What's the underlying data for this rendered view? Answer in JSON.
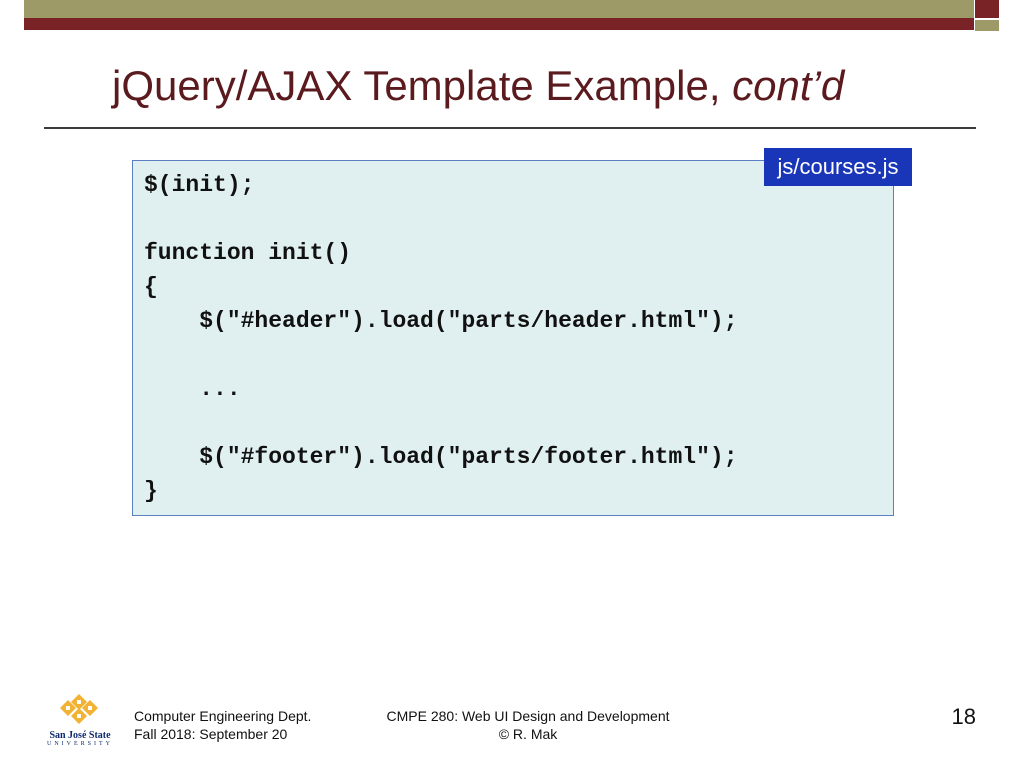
{
  "slide": {
    "title_main": "jQuery/AJAX Template Example,",
    "title_italic": " cont’d",
    "file_tag": "js/courses.js",
    "code": "$(init);\n\nfunction init()\n{\n    $(\"#header\").load(\"parts/header.html\");\n\n    ...\n\n    $(\"#footer\").load(\"parts/footer.html\");\n}"
  },
  "footer": {
    "logo_line1": "San José State",
    "logo_line2": "UNIVERSITY",
    "dept": "Computer Engineering Dept.",
    "date": "Fall 2018: September 20",
    "course": "CMPE 280: Web UI Design and Development",
    "author": "© R. Mak",
    "page_number": "18"
  },
  "colors": {
    "title": "#5a1a1e",
    "band_olive": "#9e9a67",
    "band_maroon": "#7a2326",
    "code_bg": "#e0f0f0",
    "tag_bg": "#1a36b8",
    "logo_gold": "#f2b233"
  },
  "icons": {
    "logo": "sjsu-logo-icon"
  }
}
